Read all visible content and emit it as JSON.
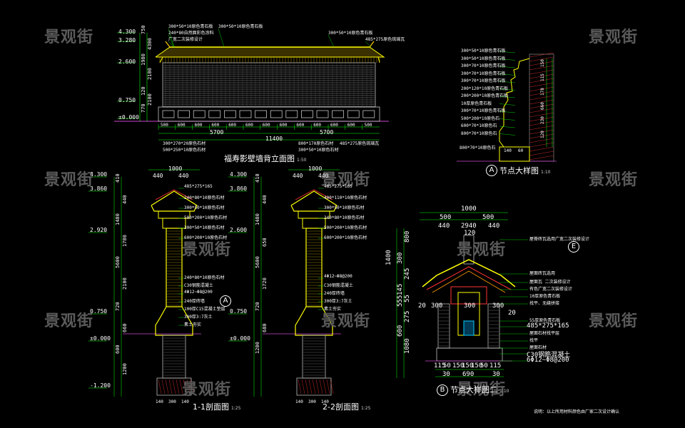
{
  "watermark": "景观街",
  "colors": {
    "background": "#000000",
    "dim": "#00ff00",
    "outline": "#ffff00",
    "wall": "#dddddd",
    "hatch": "#ff3333",
    "ground": "#cc44cc",
    "text": "#ffffff",
    "watermark": "#5a5a5a"
  },
  "elevation": {
    "title": "福寿影壁墙背立面图",
    "scale": "1:50",
    "levels": [
      "4.300",
      "3.280",
      "2.600",
      "0.750",
      "±0.000"
    ],
    "verticals": [
      "750",
      "4300",
      "1980",
      "2100",
      "120",
      "2100",
      "770"
    ],
    "bays": [
      "500",
      "600",
      "600",
      "600",
      "600",
      "600",
      "600",
      "600",
      "600",
      "600",
      "600",
      "600",
      "500"
    ],
    "subtotals": [
      "5700",
      "5700"
    ],
    "total": "11400",
    "top_notes": [
      "300*50*10原色青石板",
      "240*80自然面彩色涂料",
      "广宽二次装修设计",
      "300*50*10原色青石板",
      "300*50*10原色青石板",
      "485*275原色琉璃瓦"
    ],
    "bottom_notes": [
      "300*270*20原色石材",
      "500*250*10原色石材",
      "800*170原色石材",
      "300*50*10原色石材",
      "485*275原色琉璃瓦"
    ]
  },
  "detail_a": {
    "circle": "A",
    "title": "节点大样图",
    "scale": "1:10",
    "notes": [
      "300*50*10原色青石板",
      "300*50*10原色青石板",
      "300*70*10原色青石板",
      "300*70*10原色青石板",
      "300*70*10原色青石板",
      "200*120*10原色青石板",
      "200*200*10原色青石板",
      "10厚原色青石板",
      "300*70*10原色青石板",
      "500*200*10原色石",
      "600*70*10原色石",
      "800*70*10原色石"
    ],
    "dims": [
      "150",
      "115",
      "178",
      "660",
      "230",
      "120"
    ],
    "bottom": [
      "800*70*10原色石",
      "140",
      "60"
    ]
  },
  "section1": {
    "title": "1-1剖面图",
    "scale": "1:25",
    "levels": [
      "4.300",
      "3.860",
      "2.920",
      "0.750",
      "±0.000",
      "-1.200"
    ],
    "top_dims": [
      "1000",
      "440",
      "440"
    ],
    "verticals": [
      "410",
      "440",
      "1480",
      "1780",
      "5600",
      "2100",
      "720",
      "660",
      "600",
      "1200"
    ],
    "notes": [
      "485*275*165",
      "240*80*10原色石材",
      "300*50*10原色石材",
      "500*200*10原色石材",
      "300*50*10原色石材",
      "600*200*10原色石材",
      "240*80*10原色石材",
      "C30钢筋混凝土",
      "4Φ12~Φ8@200",
      "240厚砖墙",
      "100厚C15混凝土垫层",
      "300厚3:7灰土",
      "素土夯实"
    ],
    "callout": "A",
    "bottom_dims": [
      "140",
      "300",
      "140"
    ]
  },
  "section2": {
    "title": "2-2剖面图",
    "scale": "1:25",
    "levels": [
      "4.300",
      "3.860",
      "2.600",
      "0.750",
      "±0.000"
    ],
    "top_dims": [
      "1000",
      "440",
      "440"
    ],
    "verticals": [
      "410",
      "440",
      "1480",
      "650",
      "5600",
      "1720",
      "720",
      "680",
      "1200"
    ],
    "notes": [
      "485*275*165",
      "400*110*10原色石材",
      "300*50*10原色石材",
      "240*80*10原色石材",
      "500*200*10原色石材",
      "600*200*10原色石材",
      "4Φ12~Φ8@200",
      "C30钢筋混凝土",
      "240厚砖墙",
      "300厚3:7灰土",
      "素土夯实"
    ],
    "bottom_dims": [
      "140",
      "300",
      "140"
    ]
  },
  "detail_b": {
    "circle": "B",
    "title": "节点大样图二",
    "scale": "1:10",
    "top_dims": [
      "1000",
      "500",
      "500",
      "440",
      "2940",
      "440",
      "120"
    ],
    "verticals": [
      "1400",
      "800",
      "300",
      "245",
      "145",
      "55",
      "555",
      "275",
      "600",
      "1080"
    ],
    "notes": [
      "屋脊砖瓦选用广宽二次装修设计",
      "屋面砖瓦选用",
      "屋面瓦 二次装修设计",
      "有色广宽二次装修设计",
      "10厚原色青石板",
      "找平、无缝拼接",
      "55厚原色青石板",
      "485*275*165",
      "屋面石材找平层",
      "找平",
      "屋面石材",
      "C30钢筋混凝土",
      "6Φ12~Φ8@200"
    ],
    "inner_dims": [
      "300",
      "300",
      "300",
      "20",
      "20",
      "150",
      "50"
    ],
    "bottom_dims": [
      "115",
      "50",
      "150",
      "150",
      "150",
      "50",
      "115",
      "30",
      "690",
      "30"
    ],
    "circle_e": "E",
    "footnote": "说明：以上所用材料颜色由厂家二次设计确认"
  }
}
